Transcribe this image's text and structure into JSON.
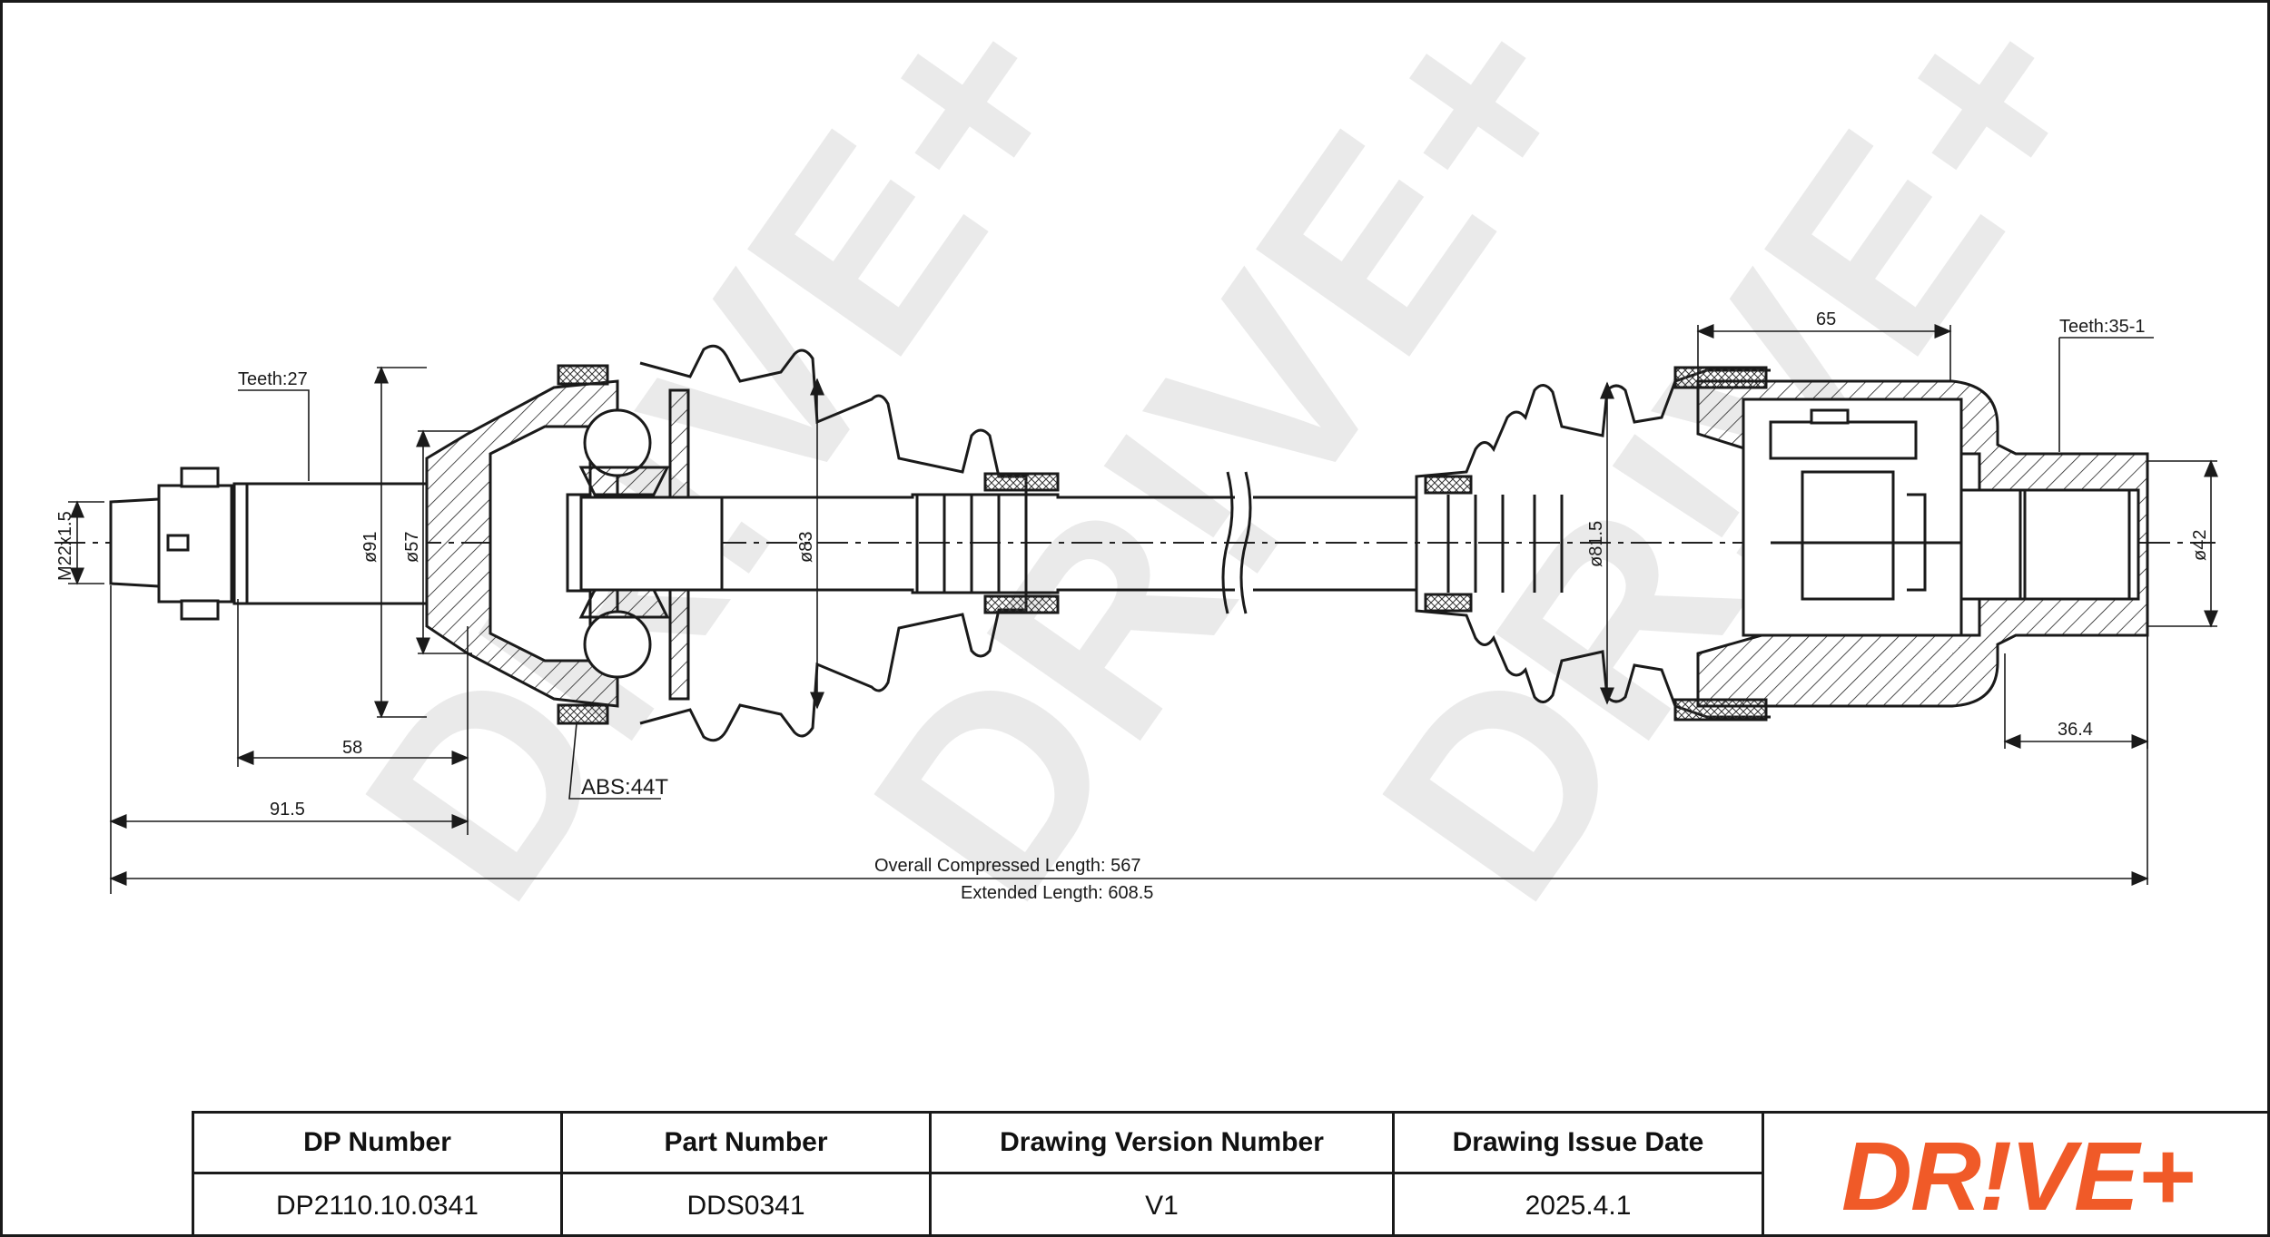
{
  "drawing": {
    "teeth_left": "Teeth:27",
    "teeth_right": "Teeth:35-1",
    "abs_label": "ABS:44T",
    "thread_label": "M22x1.5",
    "dia_91": "ø91",
    "dia_57": "ø57",
    "dia_83": "ø83",
    "dia_81_5": "ø81.5",
    "dia_42": "ø42",
    "dim_58": "58",
    "dim_91_5": "91.5",
    "dim_65": "65",
    "dim_36_4": "36.4",
    "overall_compressed": "Overall  Compressed  Length: 567",
    "extended_length": "Extended  Length: 608.5",
    "watermark": "DR!VE+"
  },
  "title_block": {
    "headers": [
      "DP Number",
      "Part Number",
      "Drawing Version Number",
      "Drawing Issue Date"
    ],
    "values": [
      "DP2110.10.0341",
      "DDS0341",
      "V1",
      "2025.4.1"
    ],
    "logo": "DR!VE+",
    "logo_color": "#f05a28"
  }
}
